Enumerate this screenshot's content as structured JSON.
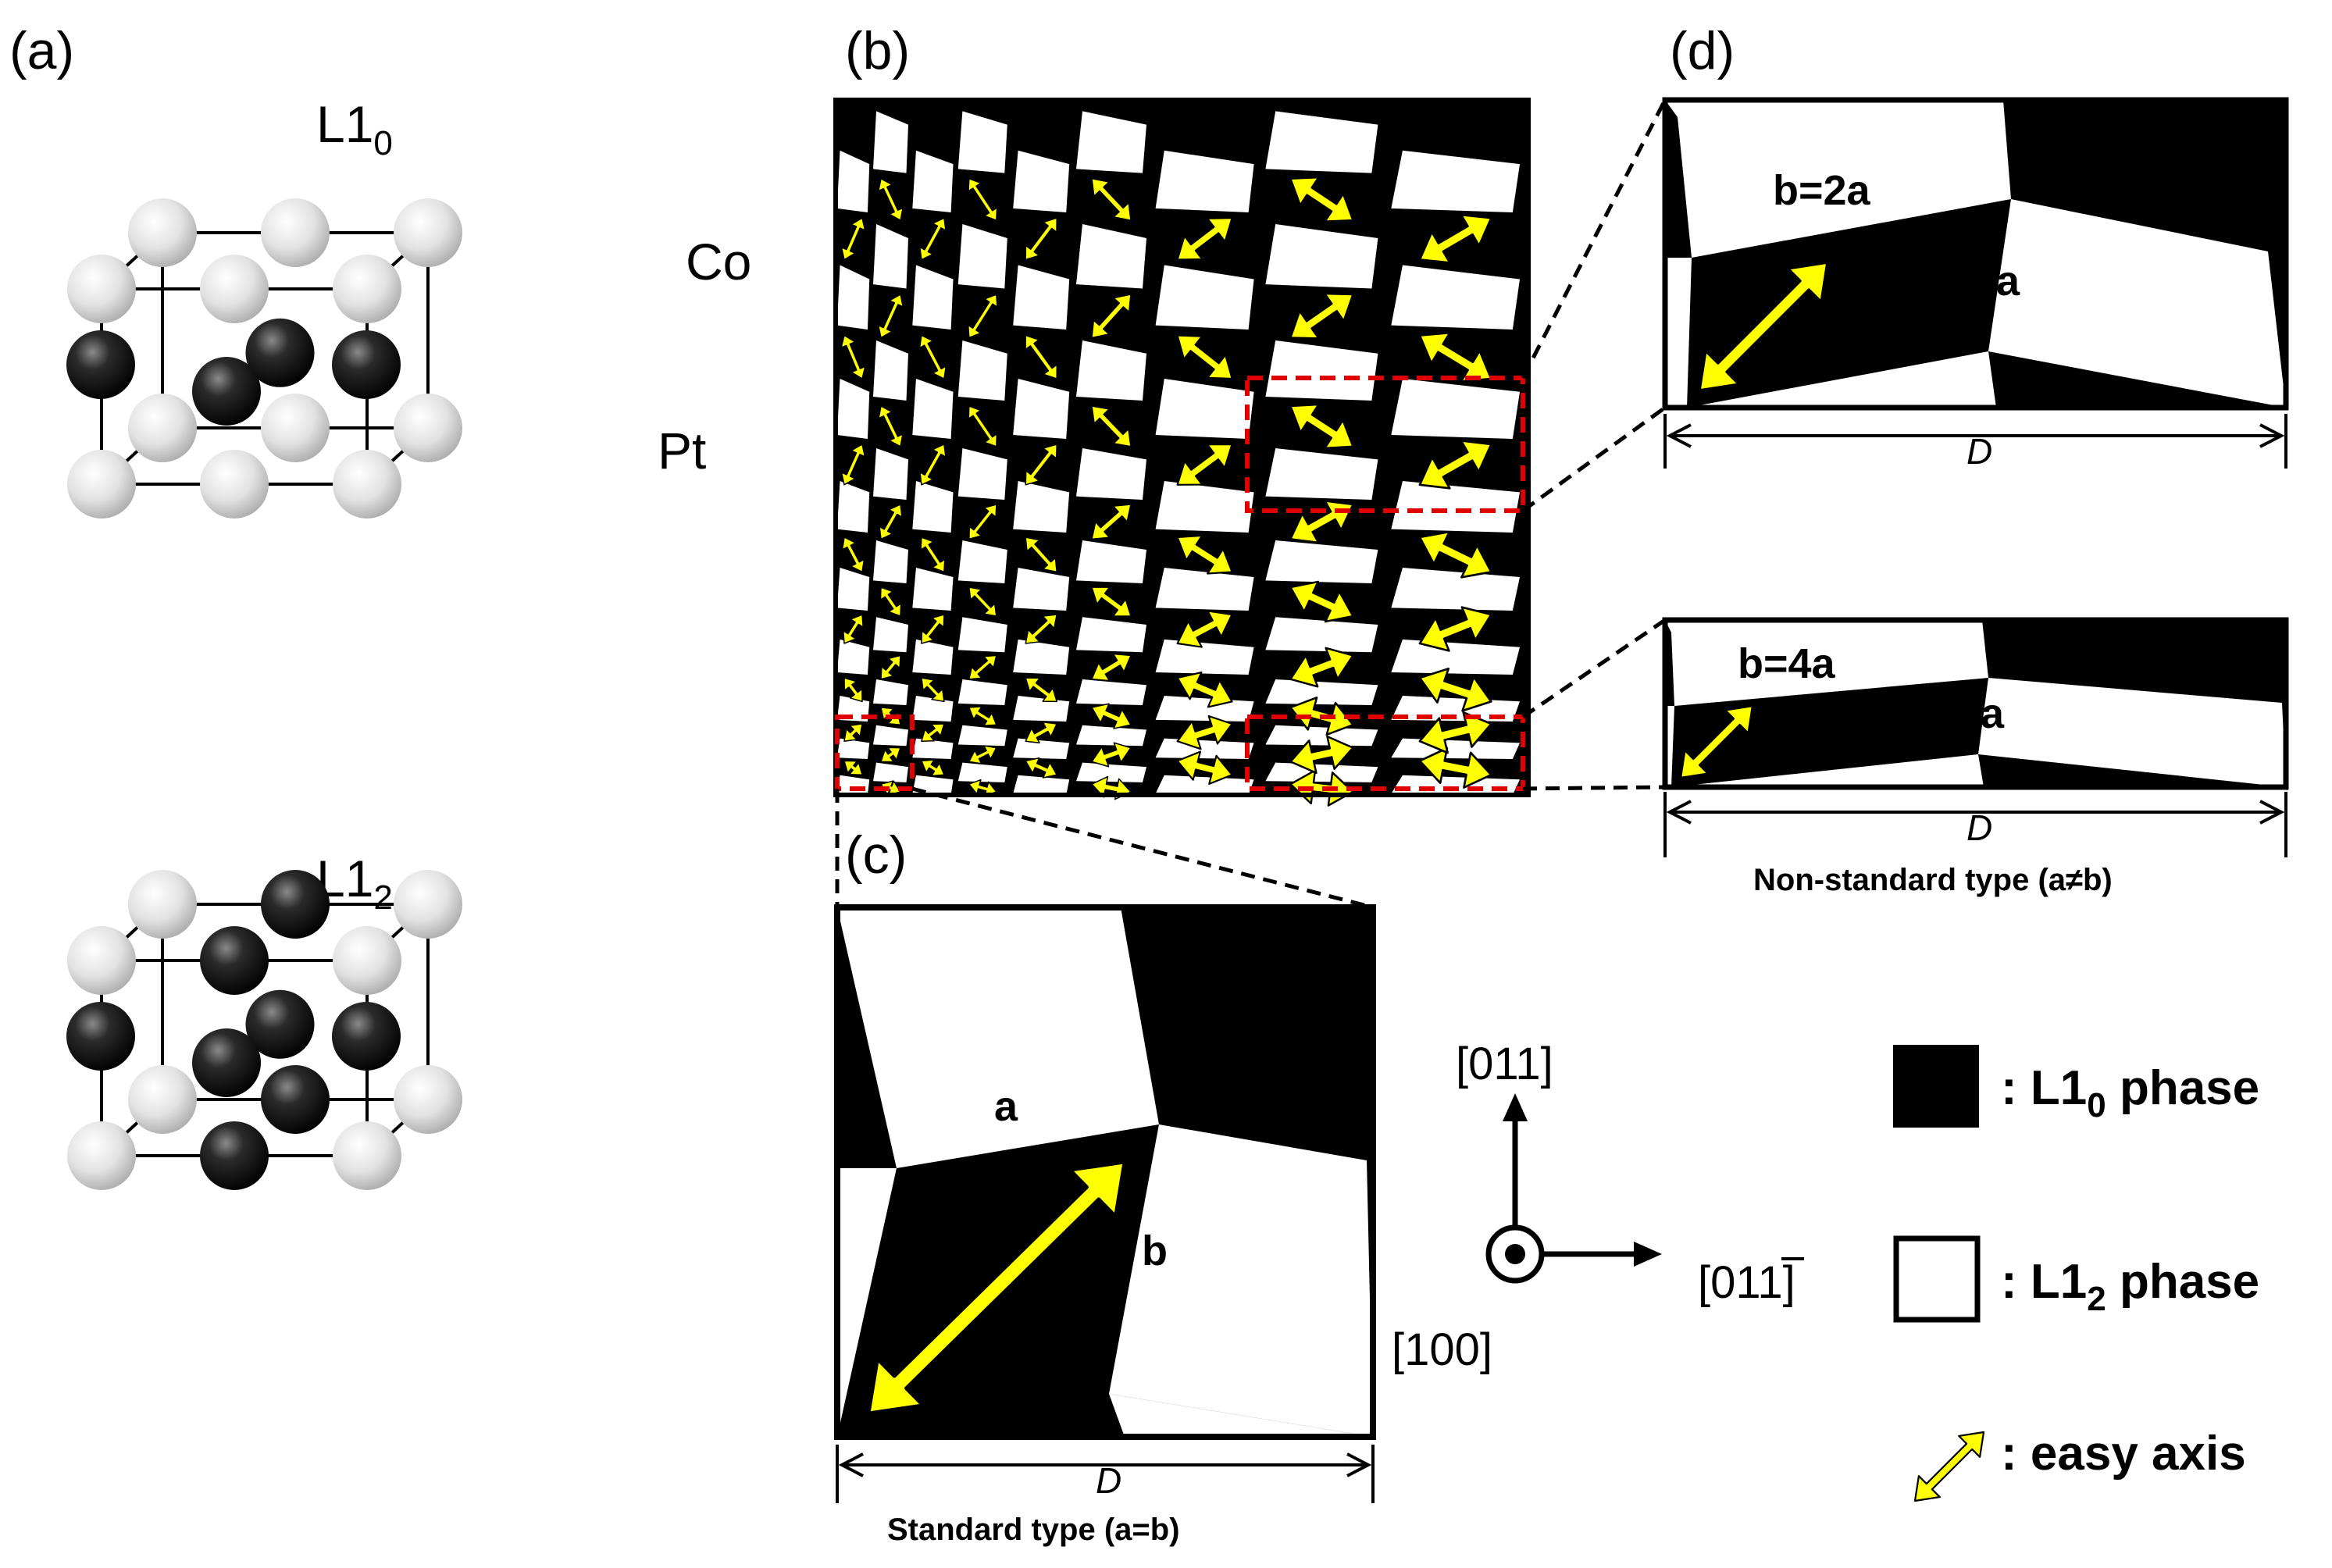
{
  "panels": {
    "a": {
      "label": "(a)",
      "top_phase": {
        "name": "L1",
        "subscript": "0"
      },
      "bottom_phase": {
        "name": "L1",
        "subscript": "2"
      },
      "atom_co": "Co",
      "atom_pt": "Pt"
    },
    "b": {
      "label": "(b)"
    },
    "c": {
      "label": "(c)",
      "edge_a": "a",
      "edge_b": "b",
      "dim": "D",
      "caption": "Standard type (a=b)"
    },
    "d": {
      "label": "(d)",
      "upper_relation": "b=2a",
      "upper_edge": "a",
      "upper_dim": "D",
      "lower_relation": "b=4a",
      "lower_edge": "a",
      "lower_dim": "D",
      "caption": "Non-standard type (a≠b)"
    }
  },
  "axes": {
    "up": "[011]",
    "right_prefix": "[01",
    "right_bar": "1",
    "right_suffix": "]",
    "out": "[100]"
  },
  "legend": {
    "l10_prefix": ": L1",
    "l10_sub": "0",
    "l10_suffix": " phase",
    "l12_prefix": ": L1",
    "l12_sub": "2",
    "l12_suffix": " phase",
    "easy": ": easy axis"
  },
  "colors": {
    "l10_phase": "#000000",
    "l12_phase": "#ffffff",
    "easy_axis": "#ffff00",
    "zoom_box": "#e00000",
    "co_atom": "#d9d9d9",
    "pt_atom": "#1a1a1a"
  }
}
